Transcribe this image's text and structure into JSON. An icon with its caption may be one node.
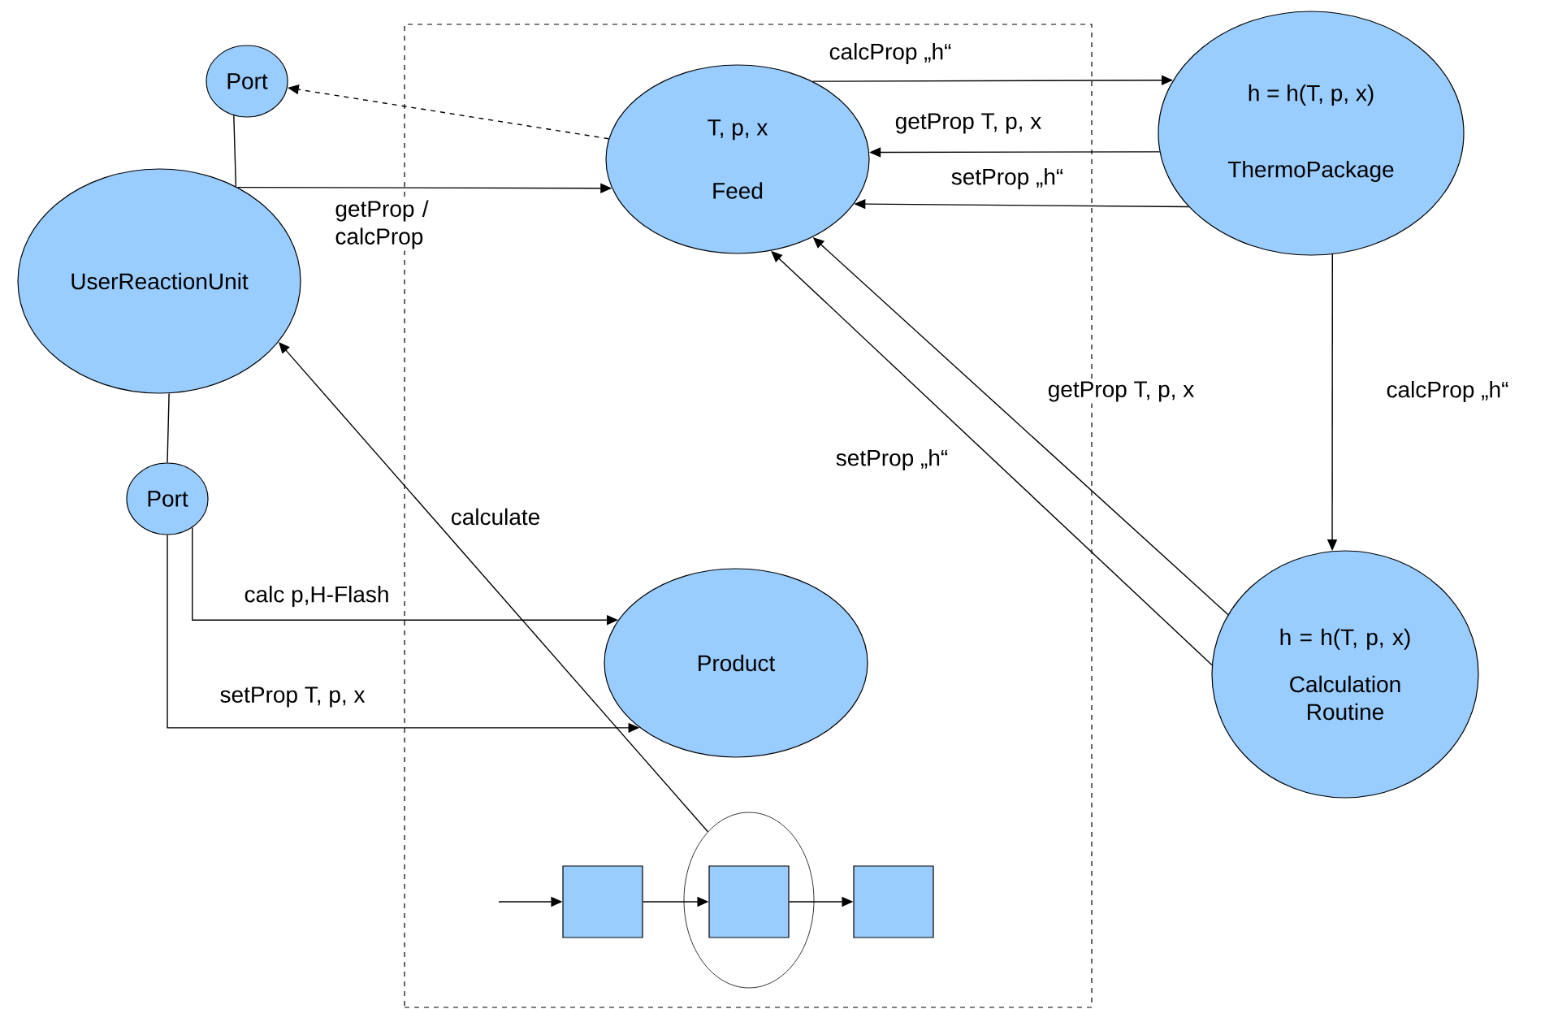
{
  "diagram": {
    "nodes": [
      {
        "text": [],
        "shape": "box"
      },
      {
        "text": [
          "Port"
        ]
      },
      {
        "text": [
          "UserReactionUnit"
        ]
      },
      {
        "text": [
          "Port"
        ]
      },
      {
        "text": [
          "T, p, x",
          "Feed"
        ],
        "in": 0
      },
      {
        "text": [
          "h = h(T, p, x)",
          "ThermoPackage"
        ]
      },
      {
        "text": [
          "h = h(T, p, x)",
          "Calculation Routine"
        ]
      },
      {
        "text": [
          "Product"
        ],
        "in": 0
      },
      {
        "text": [],
        "shape": "circle",
        "in": 0
      },
      {
        "text": [],
        "shape": "box",
        "in": 0
      },
      {
        "text": [],
        "shape": "box",
        "in": 8
      },
      {
        "text": [],
        "shape": "box",
        "in": 0
      }
    ],
    "edges": [
      {
        "from": 4,
        "to": 1,
        "arrow": "to",
        "style": "dashed"
      },
      {
        "from": 1,
        "to": 2,
        "arrow": "none"
      },
      {
        "from": 2,
        "to": 4,
        "arrow": "to",
        "label": "getProp / calcProp"
      },
      {
        "from": 4,
        "to": 5,
        "arrow": "to",
        "label": "calcProp „h“"
      },
      {
        "from": 5,
        "to": 4,
        "arrow": "to",
        "label": "getProp T, p, x"
      },
      {
        "from": 5,
        "to": 4,
        "arrow": "to",
        "label": "setProp „h“"
      },
      {
        "from": 6,
        "to": 4,
        "arrow": "to",
        "label": "getProp T, p, x"
      },
      {
        "from": 6,
        "to": 4,
        "arrow": "to",
        "label": "setProp „h“"
      },
      {
        "from": 5,
        "to": 6,
        "arrow": "to",
        "label": "calcProp „h“"
      },
      {
        "from": 2,
        "to": 3,
        "arrow": "none"
      },
      {
        "from": 3,
        "to": 7,
        "arrow": "to",
        "label": "calc p,H-Flash"
      },
      {
        "from": 3,
        "to": 7,
        "arrow": "to",
        "label": "setProp T, p, x"
      },
      {
        "from": 8,
        "to": 2,
        "arrow": "to",
        "label": "calculate"
      },
      {
        "from": null,
        "to": 9,
        "arrow": "to"
      },
      {
        "from": 9,
        "to": 10,
        "arrow": "to"
      },
      {
        "from": 10,
        "to": 11,
        "arrow": "to"
      }
    ]
  }
}
